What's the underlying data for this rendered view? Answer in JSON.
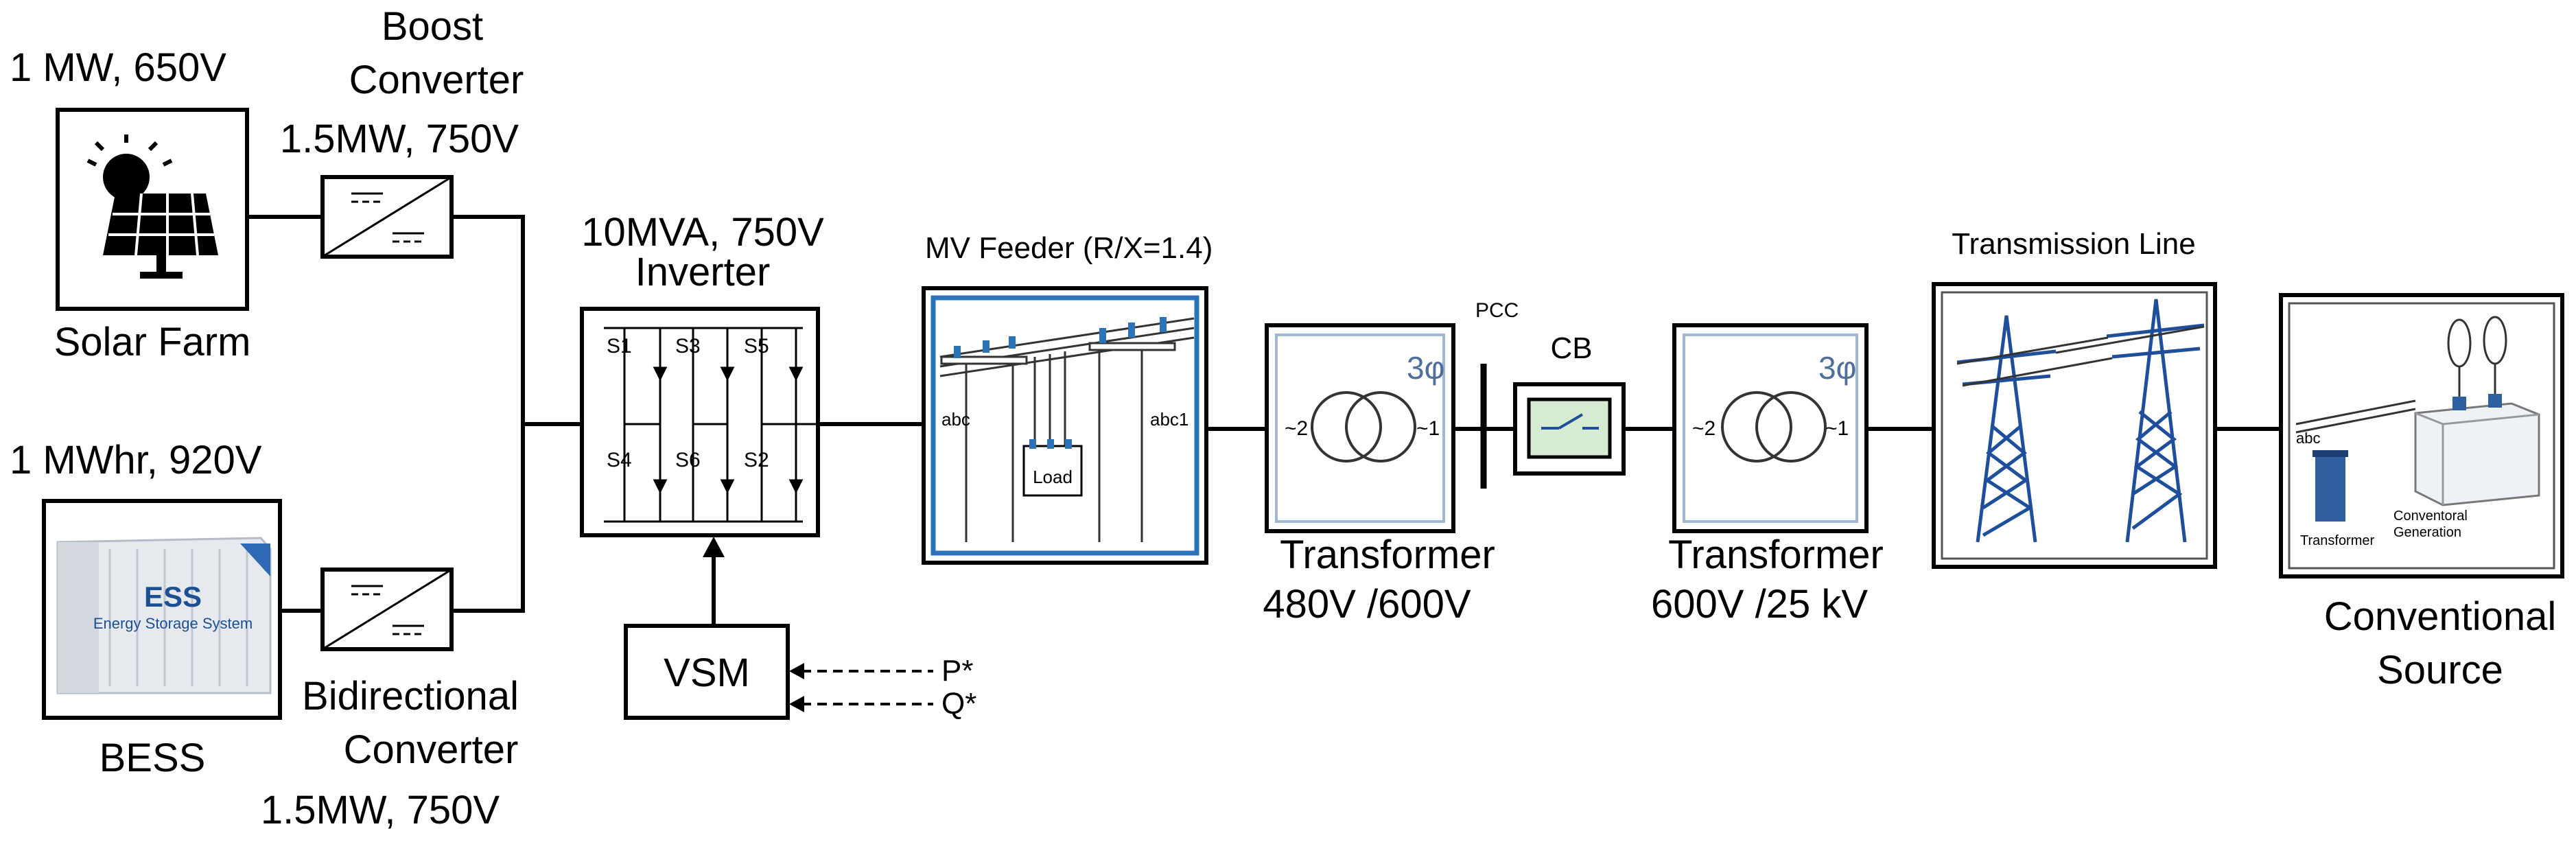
{
  "solar": {
    "rating": "1 MW, 650V",
    "label": "Solar Farm",
    "icon": "solar-panel-icon"
  },
  "boost_converter": {
    "name_line1": "Boost",
    "name_line2": "Converter",
    "rating": "1.5MW, 750V",
    "icon": "dc-dc-converter-icon"
  },
  "bess": {
    "rating": "1 MWhr, 920V",
    "label": "BESS",
    "container_text1": "ESS",
    "container_text2": "Energy Storage System",
    "icon": "battery-container-icon"
  },
  "bidirectional_converter": {
    "name_line1": "Bidirectional",
    "name_line2": "Converter",
    "rating": "1.5MW, 750V",
    "icon": "dc-dc-converter-icon"
  },
  "inverter": {
    "rating": "10MVA, 750V",
    "name": "Inverter",
    "switches": [
      "S1",
      "S3",
      "S5",
      "S4",
      "S6",
      "S2"
    ],
    "icon": "igbt-bridge-icon"
  },
  "vsm": {
    "label": "VSM",
    "inputs": [
      "P*",
      "Q*"
    ]
  },
  "mv_feeder": {
    "title": "MV Feeder  (R/X=1.4)",
    "port_left": "abc",
    "port_right": "abc1",
    "load_label": "Load",
    "icon": "distribution-feeder-icon"
  },
  "transformer1": {
    "phase": "3φ",
    "winding_left": "~2",
    "winding_right": "~1",
    "name": "Transformer",
    "rating": "480V /600V",
    "icon": "transformer-icon"
  },
  "pcc": {
    "label": "PCC"
  },
  "breaker": {
    "label": "CB",
    "icon": "circuit-breaker-icon"
  },
  "transformer2": {
    "phase": "3φ",
    "winding_left": "~2",
    "winding_right": "~1",
    "name": "Transformer",
    "rating": "600V /25 kV",
    "icon": "transformer-icon"
  },
  "transmission": {
    "title": "Transmission Line",
    "icon": "transmission-tower-icon"
  },
  "conventional": {
    "inner_port": "abc",
    "inner_transformer": "Transformer",
    "inner_gen_line1": "Conventoral",
    "inner_gen_line2": "Generation",
    "label_line1": "Conventional",
    "label_line2": "Source",
    "icon": "generator-icon"
  }
}
